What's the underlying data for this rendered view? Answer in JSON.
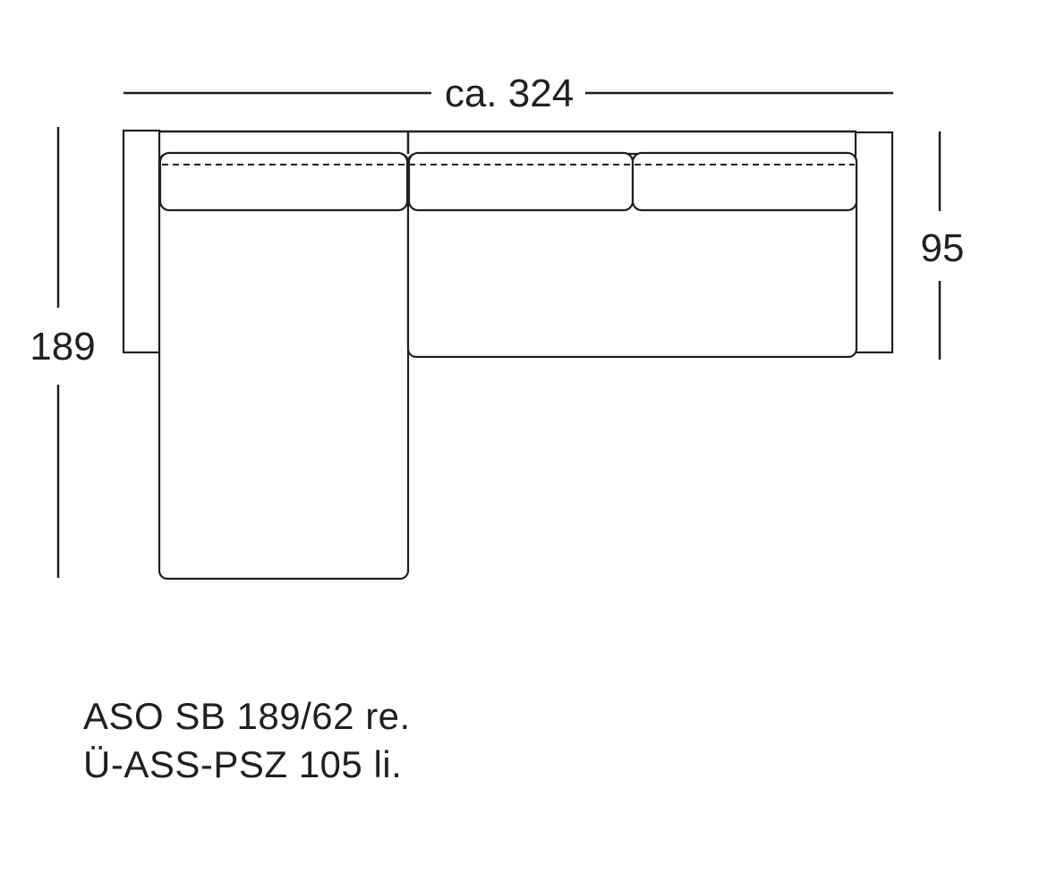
{
  "dimensions": {
    "width_label": "ca. 324",
    "depth_label": "95",
    "chaise_depth_label": "189"
  },
  "caption": {
    "line1": "ASO SB 189/62 re.",
    "line2": "Ü-ASS-PSZ 105 li."
  },
  "colors": {
    "line": "#231f20",
    "background": "#ffffff"
  }
}
